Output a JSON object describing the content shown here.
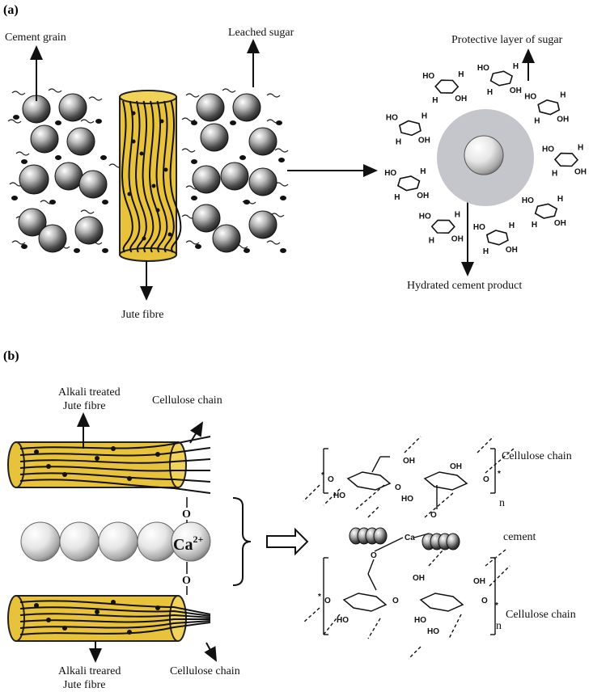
{
  "panel_a": {
    "tag": "(a)",
    "labels": {
      "cement_grain": "Cement grain",
      "leached_sugar": "Leached sugar",
      "jute_fibre": "Jute fibre",
      "protective_layer": "Protective layer of sugar",
      "hydrated_product": "Hydrated cement product"
    },
    "sugar_groups": [
      "HO",
      "H",
      "OH",
      "O"
    ]
  },
  "panel_b": {
    "tag": "(b)",
    "labels": {
      "alkali_treated_top_1": "Alkali treated",
      "alkali_treated_top_2": "Jute fibre",
      "cellulose_chain_top": "Cellulose chain",
      "alkali_treated_bottom_1": "Alkali treared",
      "alkali_treated_bottom_2": "Jute fibre",
      "cellulose_chain_bottom": "Cellulose chain",
      "calcium": "Ca",
      "calcium_charge": "2+",
      "oxygen": "O",
      "struct_cellulose_chain_top": "Cellulose chain",
      "struct_cellulose_chain_bottom": "Cellulose chain",
      "cement": "cement",
      "struct_ca": "Ca",
      "repeat_n": "n",
      "star": "*",
      "oh": "OH",
      "ho": "HO",
      "o": "O"
    }
  },
  "colors": {
    "fibre_fill": "#e8c23a",
    "fibre_stroke": "#222222",
    "sphere_dark": "#3a3a3a",
    "sphere_light": "#f4f4f4",
    "halo": "#c4c6cb"
  }
}
